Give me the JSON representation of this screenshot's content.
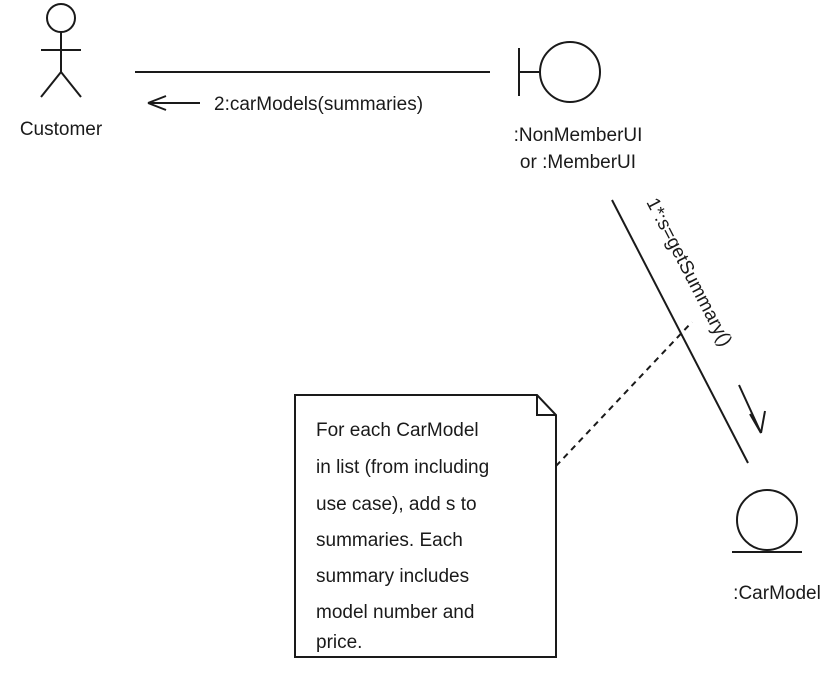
{
  "diagram": {
    "type": "communication-diagram",
    "actor": {
      "name": "Customer"
    },
    "boundary": {
      "line1": ":NonMemberUI",
      "line2": "or :MemberUI"
    },
    "entity": {
      "name": ":CarModel"
    },
    "messages": [
      {
        "id": "m2",
        "text": "2:carModels(summaries)"
      },
      {
        "id": "m1",
        "text": "1*:s=getSummary()"
      }
    ],
    "note": {
      "lines": [
        "For each CarModel",
        "in list (from including",
        "use case), add s to",
        "summaries. Each",
        "summary includes",
        "model number and",
        "price."
      ]
    },
    "colors": {
      "ink": "#1a1a1a",
      "background": "#ffffff"
    }
  }
}
